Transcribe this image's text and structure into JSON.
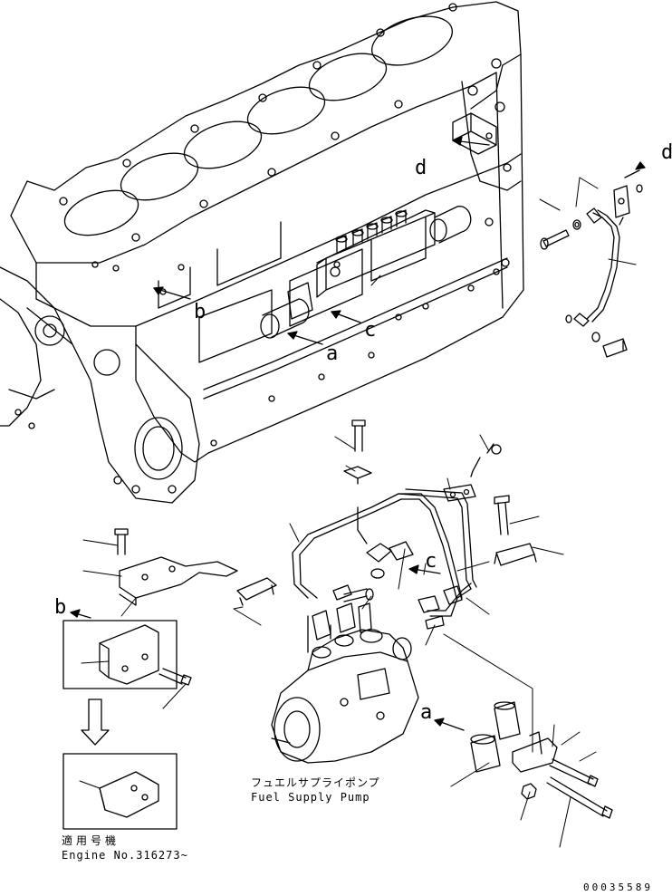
{
  "callouts": {
    "a_upper": "a",
    "b_upper": "b",
    "c_upper": "c",
    "d_upper": "d",
    "d_arrow": "d",
    "b_lower": "b",
    "c_lower": "c",
    "a_lower": "a"
  },
  "pump_label": {
    "jp": "フュエルサプライポンプ",
    "en": "Fuel Supply Pump"
  },
  "applicability": {
    "jp": "適用号機",
    "en": "Engine No.316273~"
  },
  "reference_number": "00035589"
}
